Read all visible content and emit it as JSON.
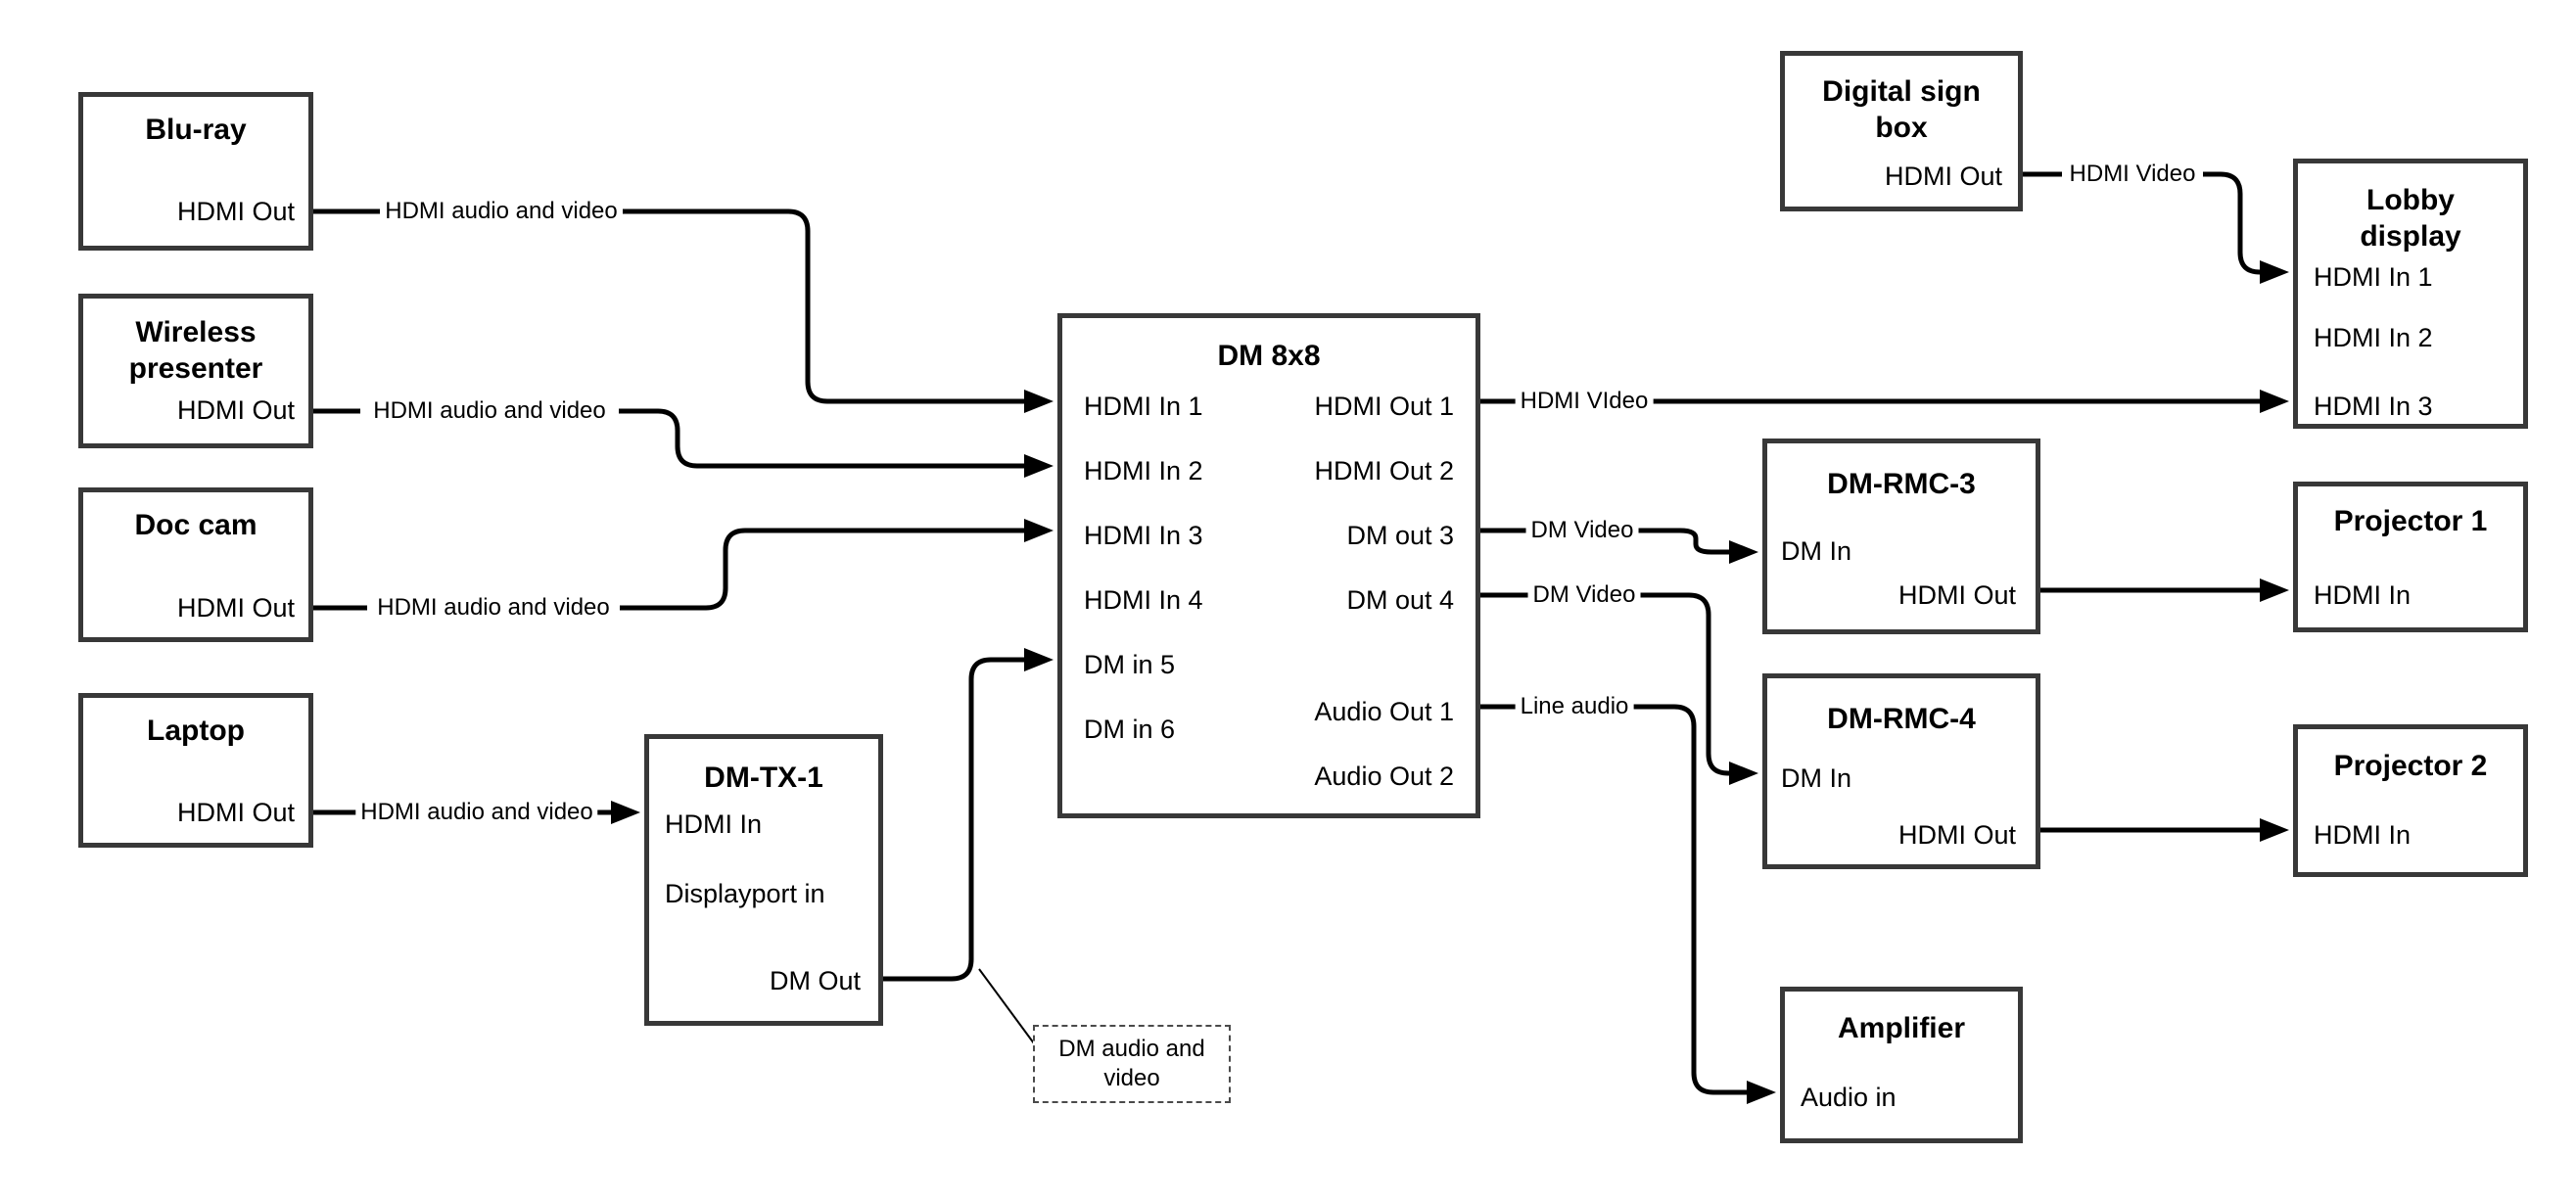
{
  "diagram": {
    "boxes": {
      "bluray": {
        "title": "Blu-ray",
        "ports": {
          "hdmi_out": "HDMI Out"
        }
      },
      "wireless": {
        "title": "Wireless presenter",
        "ports": {
          "hdmi_out": "HDMI Out"
        }
      },
      "doccam": {
        "title": "Doc cam",
        "ports": {
          "hdmi_out": "HDMI Out"
        }
      },
      "laptop": {
        "title": "Laptop",
        "ports": {
          "hdmi_out": "HDMI Out"
        }
      },
      "dmtx1": {
        "title": "DM-TX-1",
        "ports": {
          "hdmi_in": "HDMI In",
          "displayport_in": "Displayport in",
          "dm_out": "DM Out"
        }
      },
      "dm8x8": {
        "title": "DM 8x8",
        "ports": {
          "in1": "HDMI In 1",
          "in2": "HDMI In 2",
          "in3": "HDMI In 3",
          "in4": "HDMI In 4",
          "in5": "DM in 5",
          "in6": "DM in 6",
          "out1": "HDMI Out 1",
          "out2": "HDMI Out 2",
          "out3": "DM out 3",
          "out4": "DM out 4",
          "audio_out1": "Audio Out 1",
          "audio_out2": "Audio Out 2"
        }
      },
      "digital_sign": {
        "title": "Digital sign box",
        "ports": {
          "hdmi_out": "HDMI Out"
        }
      },
      "lobby": {
        "title": "Lobby display",
        "ports": {
          "in1": "HDMI In 1",
          "in2": "HDMI In 2",
          "in3": "HDMI In 3"
        }
      },
      "dmrmc3": {
        "title": "DM-RMC-3",
        "ports": {
          "dm_in": "DM In",
          "hdmi_out": "HDMI Out"
        }
      },
      "proj1": {
        "title": "Projector 1",
        "ports": {
          "hdmi_in": "HDMI In"
        }
      },
      "dmrmc4": {
        "title": "DM-RMC-4",
        "ports": {
          "dm_in": "DM In",
          "hdmi_out": "HDMI Out"
        }
      },
      "proj2": {
        "title": "Projector 2",
        "ports": {
          "hdmi_in": "HDMI In"
        }
      },
      "amplifier": {
        "title": "Amplifier",
        "ports": {
          "audio_in": "Audio in"
        }
      }
    },
    "wire_labels": {
      "bluray_feed": "HDMI audio and video",
      "wireless_feed": "HDMI audio and video",
      "doccam_feed": "HDMI audio and video",
      "laptop_feed": "HDMI audio and video",
      "hdmi_out1_feed": "HDMI VIdeo",
      "dm_out3_feed": "DM Video",
      "dm_out4_feed": "DM Video",
      "audio_out1_feed": "Line audio",
      "digital_sign_feed": "HDMI Video",
      "callout": "DM audio and video"
    },
    "colors": {
      "line": "#000000",
      "box_border": "#383838",
      "background": "#ffffff",
      "text": "#000000"
    }
  }
}
